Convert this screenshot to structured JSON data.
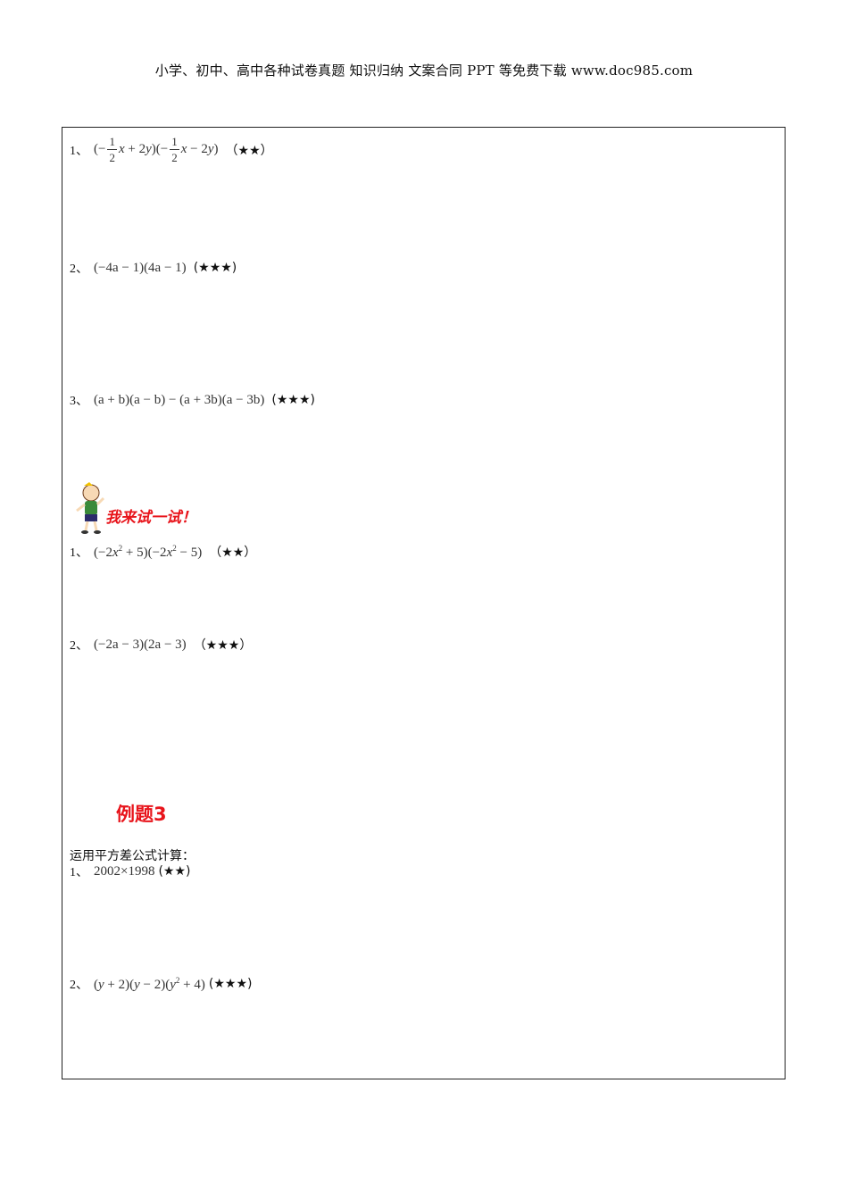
{
  "header": {
    "text": "小学、初中、高中各种试卷真题 知识归纳 文案合同 PPT 等免费下载   www.doc985.com"
  },
  "problems_a": [
    {
      "num": "1、",
      "stars": "（★★）"
    },
    {
      "num": "2、",
      "expr": "(−4a − 1)(4a − 1)",
      "stars": "(★★★)"
    },
    {
      "num": "3、",
      "expr": "(a + b)(a − b) − (a + 3b)(a − 3b)",
      "stars": "(★★★)"
    }
  ],
  "try_section": {
    "title": "我来试一试！"
  },
  "problems_b": [
    {
      "num": "1、",
      "stars": "（★★）"
    },
    {
      "num": "2、",
      "expr": "(−2a − 3)(2a − 3)",
      "stars": "（★★★）"
    }
  ],
  "example": {
    "title": "例题3",
    "intro": "运用平方差公式计算："
  },
  "problems_c": [
    {
      "num": "1、",
      "expr": "2002×1998",
      "stars": "(★★)"
    },
    {
      "num": "2、",
      "stars": "(★★★)"
    }
  ]
}
